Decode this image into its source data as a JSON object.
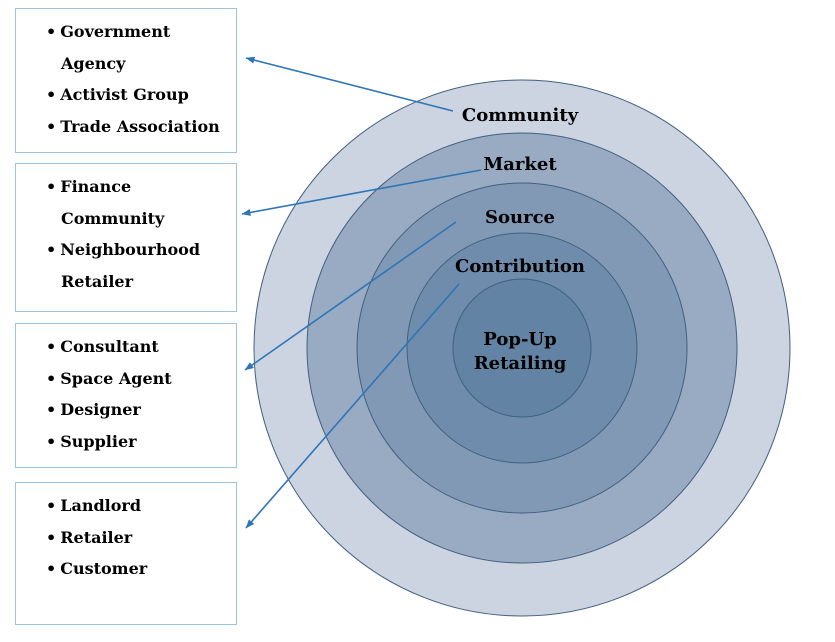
{
  "diagram": {
    "stroke_color": "#41607f",
    "arrow_color": "#2e75b6",
    "box_border_color": "#9cc3e5",
    "rings": [
      {
        "label": "Community",
        "color": "#cdd4e1"
      },
      {
        "label": "Market",
        "color": "#98abc3"
      },
      {
        "label": "Source",
        "color": "#8299b6"
      },
      {
        "label": "Contribution",
        "color": "#6f8cac"
      },
      {
        "label": "Pop-Up Retailing",
        "color": "#6283a4"
      }
    ]
  },
  "boxes": [
    {
      "items": [
        "Government Agency",
        "Activist Group",
        "Trade Association"
      ]
    },
    {
      "items": [
        "Finance Community",
        "Neighbourhood Retailer"
      ]
    },
    {
      "items": [
        "Consultant",
        "Space Agent",
        "Designer",
        "Supplier"
      ]
    },
    {
      "items": [
        "Landlord",
        "Retailer",
        "Customer"
      ]
    }
  ]
}
